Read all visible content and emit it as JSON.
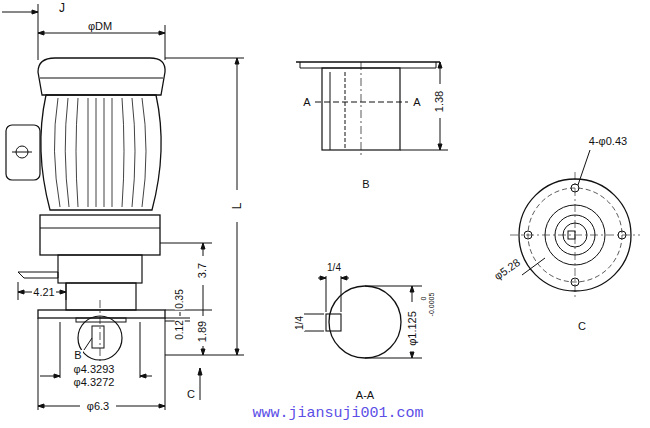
{
  "diagram": {
    "labels": [
      "J",
      "φDM",
      "A",
      "A",
      "1.38",
      "B",
      "4-φ0.43",
      "φ5.28",
      "C",
      "L",
      "3.7",
      "0.35",
      "4.21",
      "0.12",
      "1.89",
      "B",
      "φ4.3293",
      "φ4.3272",
      "C",
      "φ6.3",
      "1/4",
      "1/4",
      "φ1.125",
      "0",
      "-0.0005",
      "A-A",
      "www.jiansuji001.com"
    ]
  }
}
